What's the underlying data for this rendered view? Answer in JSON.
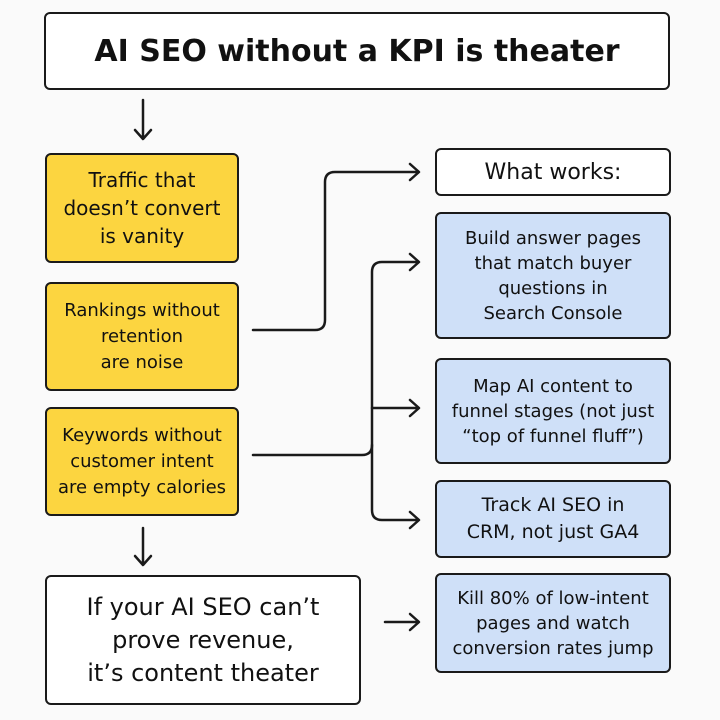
{
  "title": "AI SEO without a KPI is theater",
  "problems": [
    "Traffic that\ndoesn’t convert\nis vanity",
    "Rankings without\nretention\nare noise",
    "Keywords without\ncustomer intent\nare empty calories"
  ],
  "conclusion": "If your AI SEO can’t\nprove revenue,\nit’s content theater",
  "what_works_label": "What works:",
  "solutions": [
    "Build answer pages\nthat match buyer\nquestions in\nSearch Console",
    "Map AI content to\nfunnel stages (not just\n“top of funnel fluff”)",
    "Track AI SEO in\nCRM, not just GA4",
    "Kill 80% of low-intent\npages and watch\nconversion rates jump"
  ],
  "colors": {
    "problem": "#fcd540",
    "solution": "#cfe0f8",
    "line": "#1a1a1a"
  }
}
